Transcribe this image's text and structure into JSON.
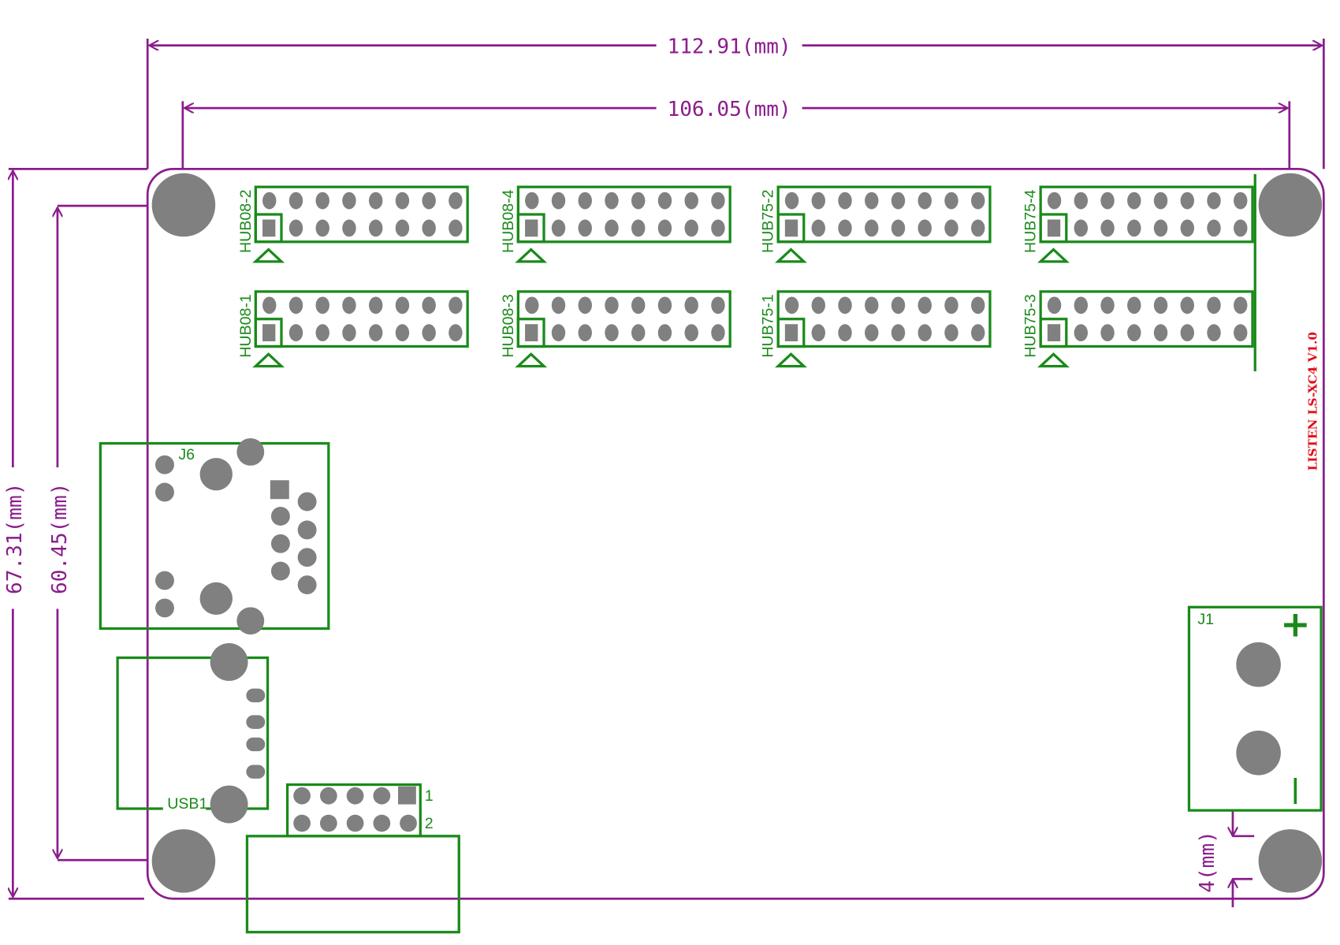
{
  "dimensions": {
    "overall_width": "112.91(mm)",
    "hole_spacing_width": "106.05(mm)",
    "overall_height": "67.31(mm)",
    "hole_spacing_height": "60.45(mm)",
    "edge_offset": "4(mm)"
  },
  "headers": [
    {
      "label": "HUB08-2",
      "row": 0,
      "col": 0
    },
    {
      "label": "HUB08-4",
      "row": 0,
      "col": 1
    },
    {
      "label": "HUB75-2",
      "row": 0,
      "col": 2
    },
    {
      "label": "HUB75-4",
      "row": 0,
      "col": 3
    },
    {
      "label": "HUB08-1",
      "row": 1,
      "col": 0
    },
    {
      "label": "HUB08-3",
      "row": 1,
      "col": 1
    },
    {
      "label": "HUB75-1",
      "row": 1,
      "col": 2
    },
    {
      "label": "HUB75-3",
      "row": 1,
      "col": 3
    }
  ],
  "components": {
    "ethernet": "J6",
    "usb": "USB1",
    "power": "J1",
    "power_plus": "+",
    "power_minus": "|",
    "pin1": "1",
    "pin2": "2"
  },
  "board_marking": "LISTEN LS-XC4 V1.0",
  "colors": {
    "dimension": "#8a1d8c",
    "silkscreen": "#1a8a1a",
    "pad": "#808080",
    "marking": "#e0101a"
  }
}
